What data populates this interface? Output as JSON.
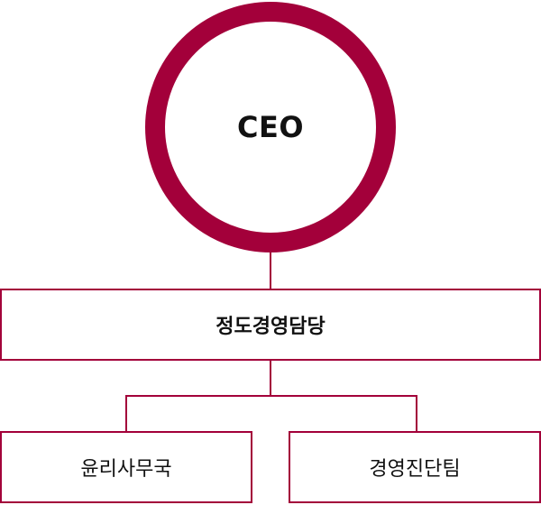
{
  "colors": {
    "accent": "#a3003a",
    "text": "#111111",
    "background": "#ffffff"
  },
  "org_chart": {
    "top": {
      "label": "CEO"
    },
    "middle": {
      "label": "정도경영담당"
    },
    "children": [
      {
        "label": "윤리사무국"
      },
      {
        "label": "경영진단팀"
      }
    ]
  }
}
